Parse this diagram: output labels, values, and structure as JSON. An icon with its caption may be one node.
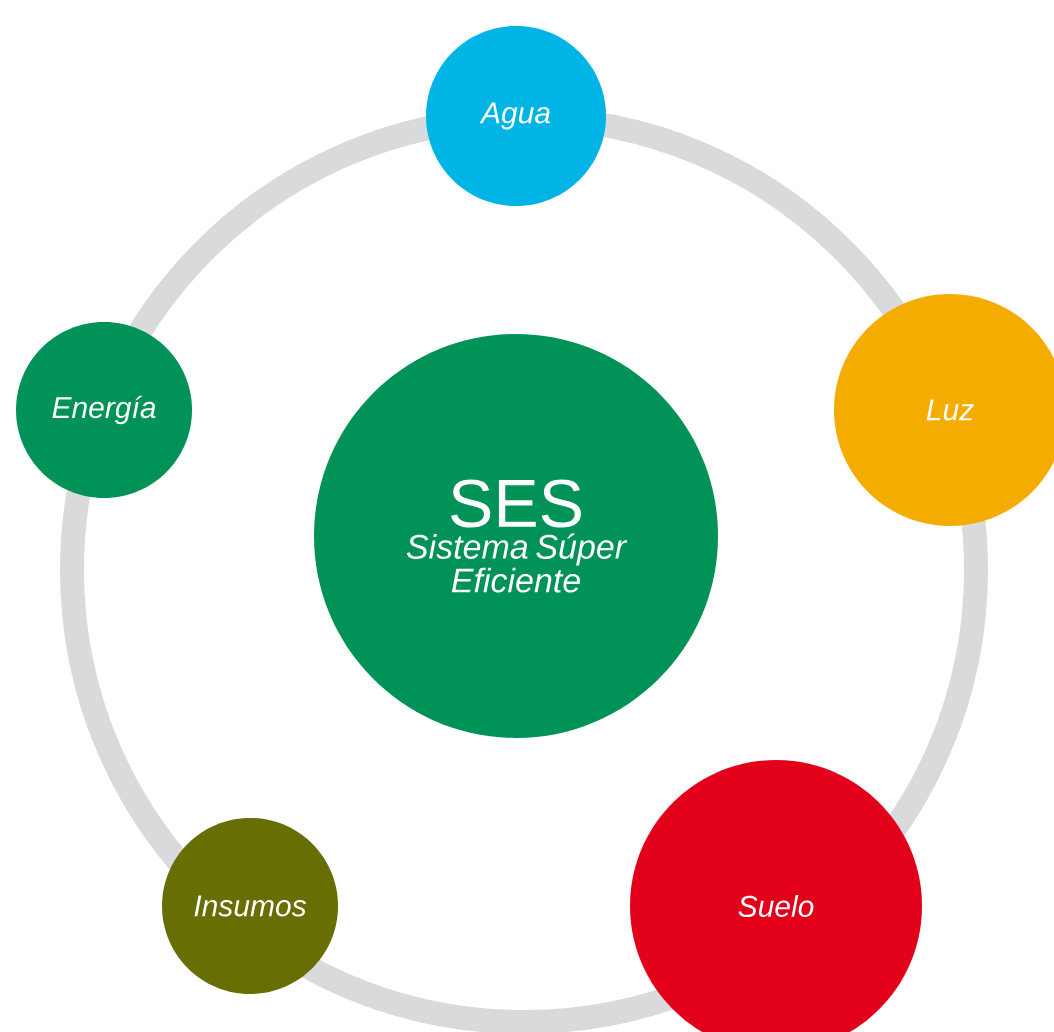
{
  "diagram": {
    "nodes": [
      {
        "text": [
          "SES",
          "Sistema Súper Eficiente"
        ]
      },
      {
        "text": [
          "Agua"
        ]
      },
      {
        "text": [
          "Luz"
        ]
      },
      {
        "text": [
          "Suelo"
        ]
      },
      {
        "text": [
          "Insumos"
        ]
      },
      {
        "text": [
          "Energía"
        ]
      }
    ]
  }
}
